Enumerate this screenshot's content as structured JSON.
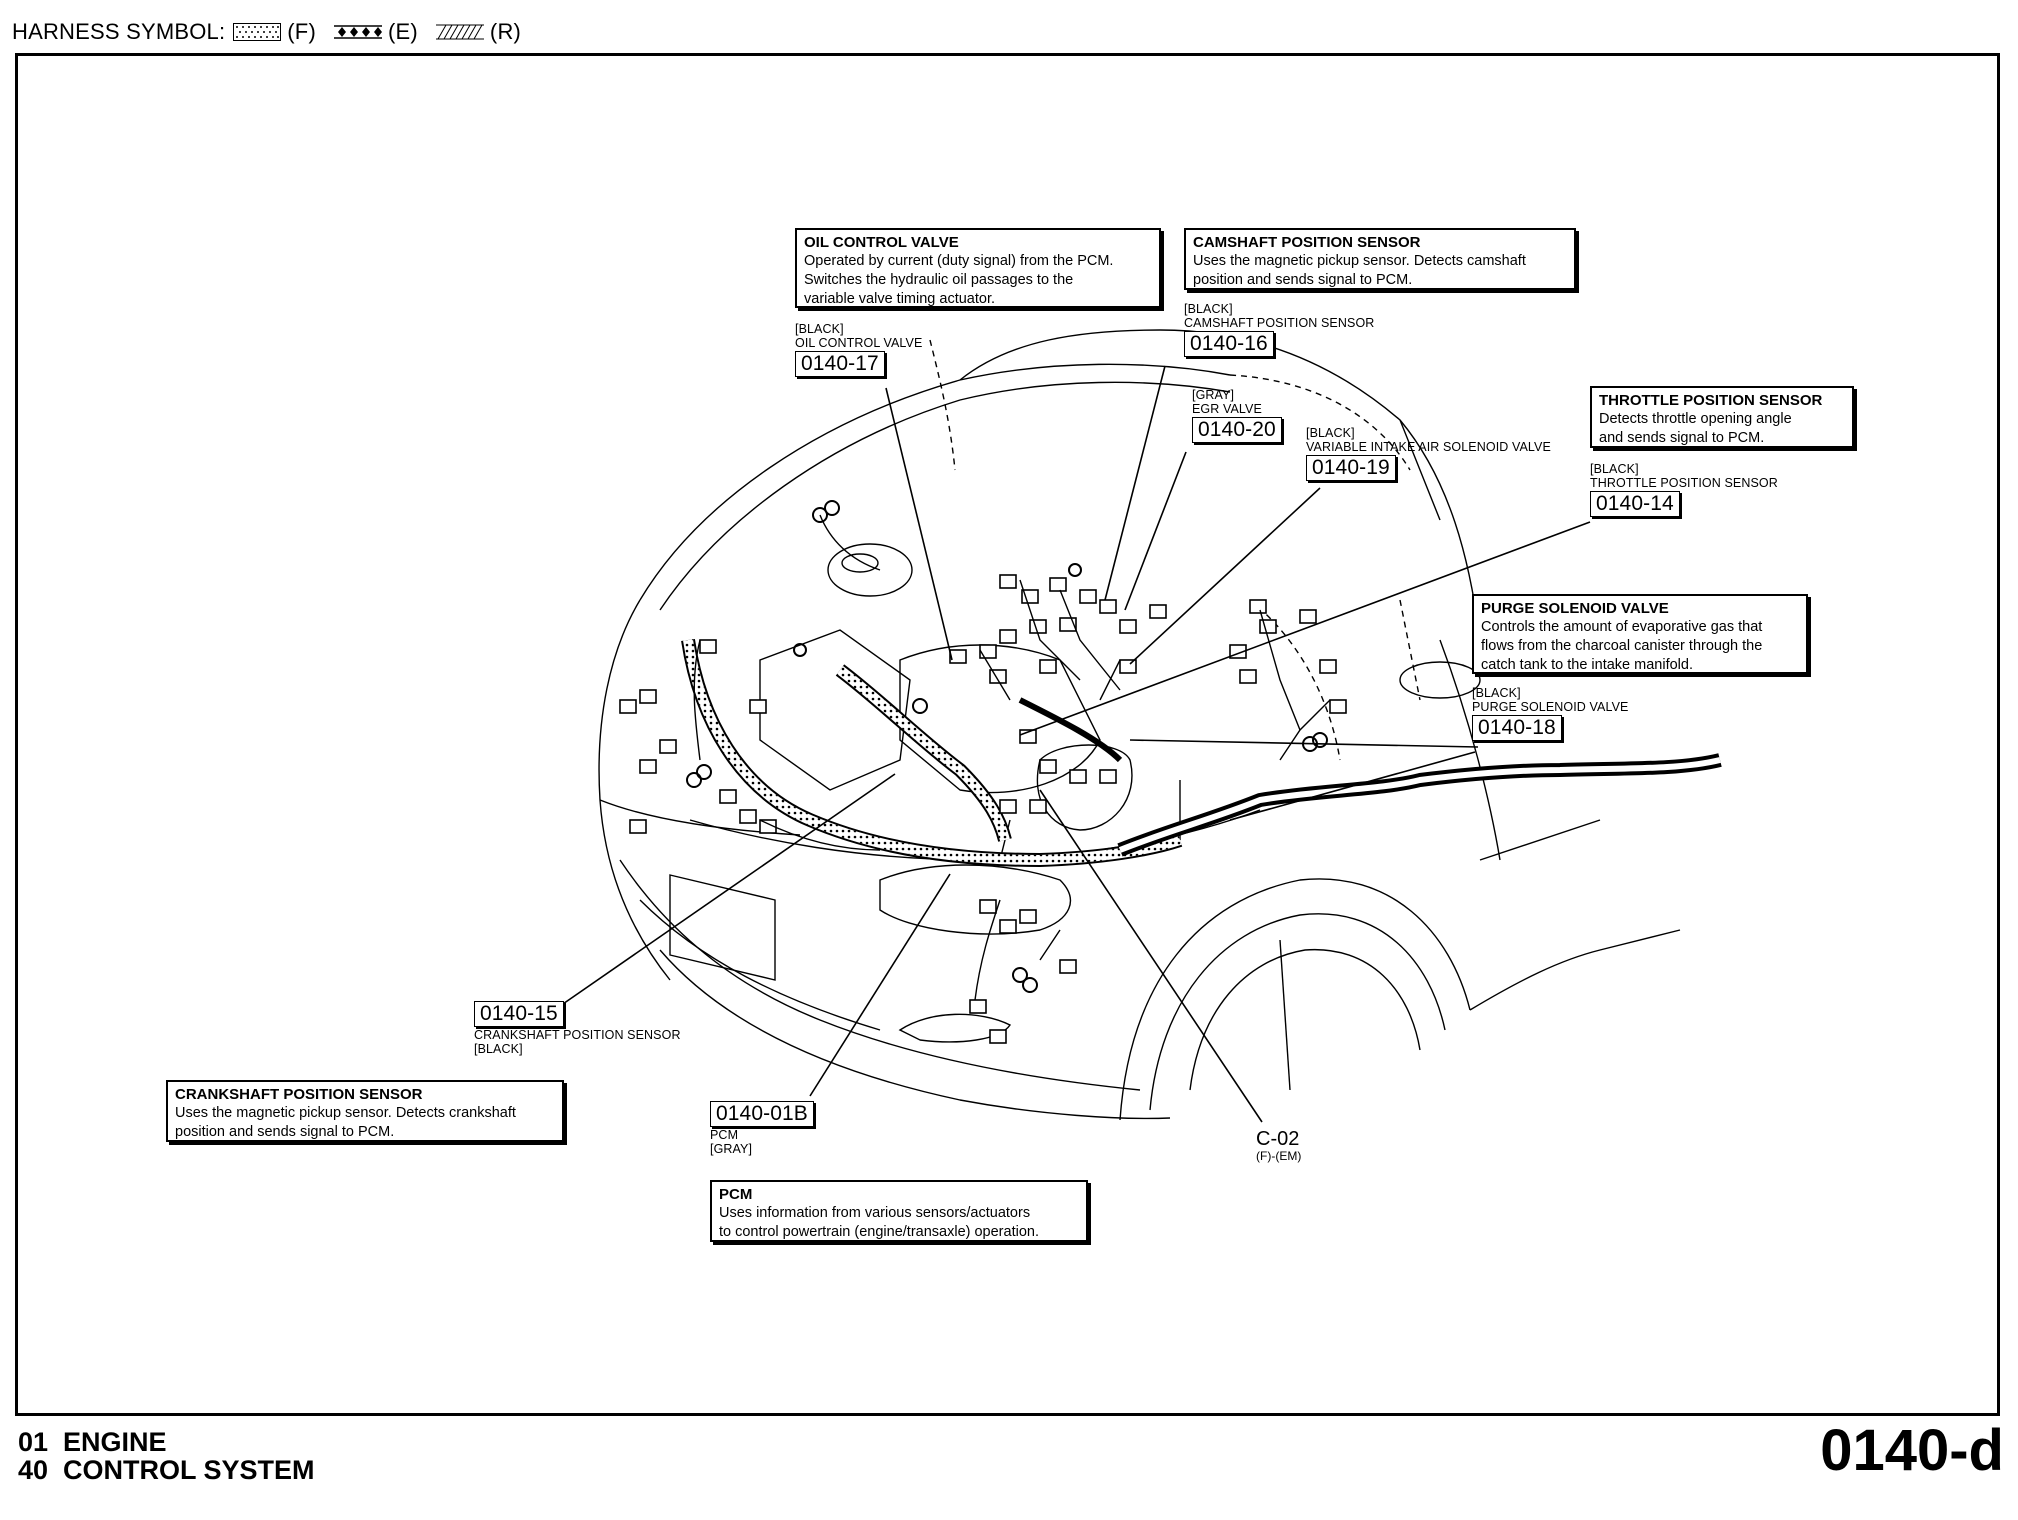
{
  "header": {
    "prefix": "HARNESS SYMBOL:",
    "symbols": [
      {
        "icon": "dotted-harness-icon",
        "code": "(F)"
      },
      {
        "icon": "diamond-harness-icon",
        "code": "(E)"
      },
      {
        "icon": "hatched-harness-icon",
        "code": "(R)"
      }
    ]
  },
  "descriptions": {
    "oil_control_valve": {
      "title": "OIL CONTROL VALVE",
      "lines": [
        "Operated by current (duty signal) from the PCM.",
        "Switches the hydraulic oil passages  to the",
        "variable valve timing actuator."
      ]
    },
    "camshaft_position_sensor": {
      "title": "CAMSHAFT POSITION SENSOR",
      "lines": [
        "Uses the magnetic pickup sensor. Detects camshaft",
        "position and sends signal to PCM."
      ]
    },
    "throttle_position_sensor": {
      "title": "THROTTLE POSITION SENSOR",
      "lines": [
        "Detects throttle opening angle",
        "and sends signal to PCM."
      ]
    },
    "purge_solenoid_valve": {
      "title": "PURGE SOLENOID VALVE",
      "lines": [
        "Controls the amount of evaporative gas that",
        "flows from the charcoal canister through the",
        "catch tank to the intake manifold."
      ]
    },
    "crankshaft_position_sensor": {
      "title": "CRANKSHAFT POSITION SENSOR",
      "lines": [
        "Uses the magnetic pickup sensor. Detects crankshaft",
        "position and sends signal to PCM."
      ]
    },
    "pcm": {
      "title": "PCM",
      "lines": [
        "Uses information from various sensors/actuators",
        "to control powertrain (engine/transaxle) operation."
      ]
    }
  },
  "connectors": {
    "c17": {
      "code": "0140-17",
      "color": "[BLACK]",
      "name": "OIL CONTROL VALVE"
    },
    "c16": {
      "code": "0140-16",
      "color": "[BLACK]",
      "name": "CAMSHAFT POSITION SENSOR"
    },
    "c20": {
      "code": "0140-20",
      "color": "[GRAY]",
      "name": "EGR VALVE"
    },
    "c19": {
      "code": "0140-19",
      "color": "[BLACK]",
      "name": "VARIABLE INTAKE AIR SOLENOID VALVE"
    },
    "c14": {
      "code": "0140-14",
      "color": "[BLACK]",
      "name": "THROTTLE POSITION SENSOR"
    },
    "c18": {
      "code": "0140-18",
      "color": "[BLACK]",
      "name": "PURGE SOLENOID VALVE"
    },
    "c15": {
      "code": "0140-15",
      "color": "[BLACK]",
      "name": "CRANKSHAFT POSITION SENSOR"
    },
    "c01b": {
      "code": "0140-01B",
      "color": "[GRAY]",
      "name": "PCM"
    }
  },
  "c02": {
    "code": "C-02",
    "sub": "(F)-(EM)"
  },
  "footer": {
    "line1": "01  ENGINE",
    "line2": "40  CONTROL SYSTEM",
    "page_code": "0140-d"
  }
}
